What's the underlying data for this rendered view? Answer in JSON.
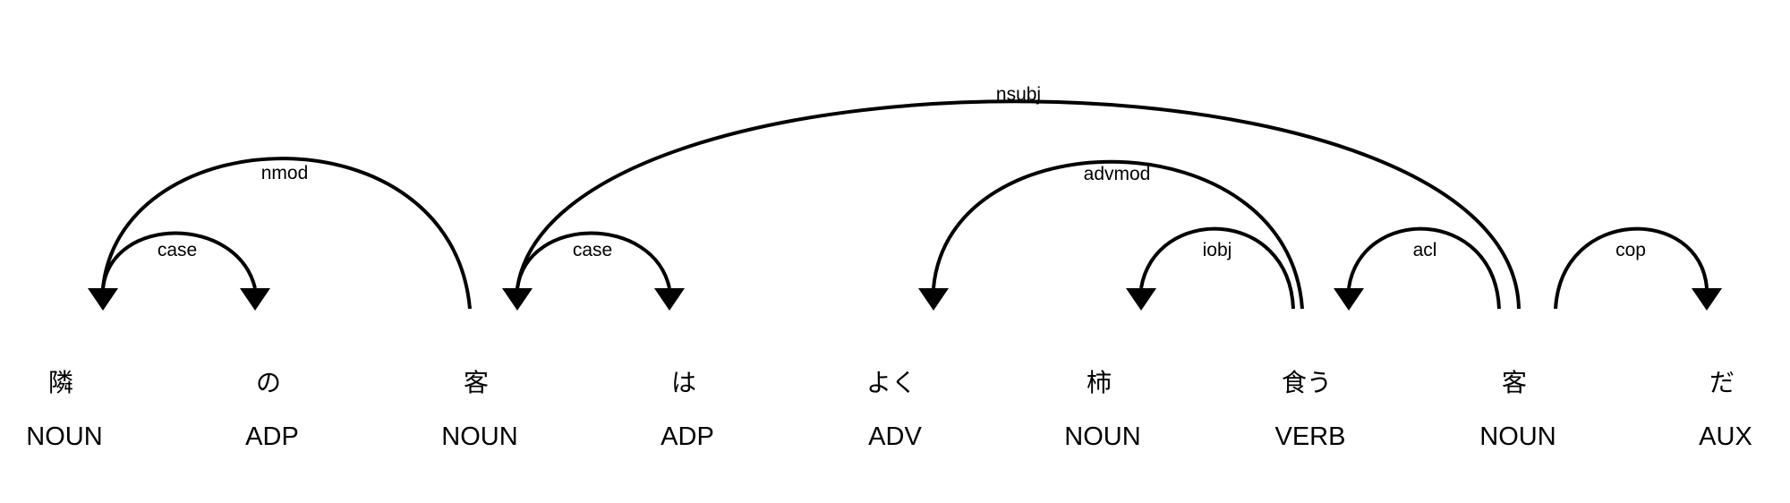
{
  "tokens": [
    {
      "text": "隣",
      "tag": "NOUN"
    },
    {
      "text": "の",
      "tag": "ADP"
    },
    {
      "text": "客",
      "tag": "NOUN"
    },
    {
      "text": "は",
      "tag": "ADP"
    },
    {
      "text": "よく",
      "tag": "ADV"
    },
    {
      "text": "柿",
      "tag": "NOUN"
    },
    {
      "text": "食う",
      "tag": "VERB"
    },
    {
      "text": "客",
      "tag": "NOUN"
    },
    {
      "text": "だ",
      "tag": "AUX"
    }
  ],
  "arcs": [
    {
      "label": "case",
      "head": 0,
      "dep": 1,
      "dir": "right"
    },
    {
      "label": "nmod",
      "head": 2,
      "dep": 0,
      "dir": "left"
    },
    {
      "label": "case",
      "head": 2,
      "dep": 3,
      "dir": "right"
    },
    {
      "label": "advmod",
      "head": 6,
      "dep": 4,
      "dir": "left"
    },
    {
      "label": "iobj",
      "head": 6,
      "dep": 5,
      "dir": "left"
    },
    {
      "label": "acl",
      "head": 7,
      "dep": 6,
      "dir": "left"
    },
    {
      "label": "nsubj",
      "head": 7,
      "dep": 2,
      "dir": "left"
    },
    {
      "label": "cop",
      "head": 7,
      "dep": 8,
      "dir": "right"
    }
  ]
}
